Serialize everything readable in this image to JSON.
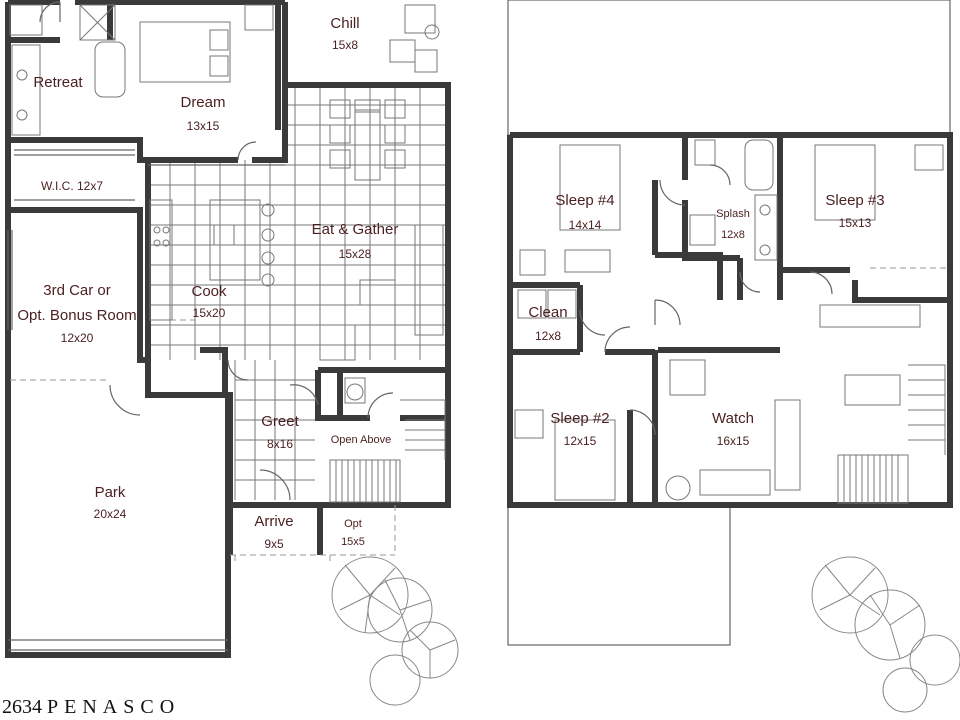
{
  "plan_title": {
    "number": "2634",
    "name": "PENASCO"
  },
  "rooms": {
    "chill": {
      "name": "Chill",
      "dims": "15x8"
    },
    "retreat": {
      "name": "Retreat",
      "dims": ""
    },
    "dream": {
      "name": "Dream",
      "dims": "13x15"
    },
    "wic": {
      "name": "W.I.C. 12x7",
      "dims": ""
    },
    "eat_gather": {
      "name": "Eat & Gather",
      "dims": "15x28"
    },
    "third_car": {
      "name_line1": "3rd Car or",
      "name_line2": "Opt. Bonus Room",
      "dims": "12x20"
    },
    "cook": {
      "name": "Cook",
      "dims": "15x20"
    },
    "greet": {
      "name": "Greet",
      "dims": "8x16"
    },
    "open_above": {
      "name": "Open Above"
    },
    "park": {
      "name": "Park",
      "dims": "20x24"
    },
    "arrive": {
      "name": "Arrive",
      "dims": "9x5"
    },
    "opt": {
      "name": "Opt",
      "dims": "15x5"
    },
    "sleep4": {
      "name": "Sleep #4",
      "dims": "14x14"
    },
    "splash": {
      "name": "Splash",
      "dims": "12x8"
    },
    "sleep3": {
      "name": "Sleep #3",
      "dims": "15x13"
    },
    "clean": {
      "name": "Clean",
      "dims": "12x8"
    },
    "sleep2": {
      "name": "Sleep #2",
      "dims": "12x15"
    },
    "watch": {
      "name": "Watch",
      "dims": "16x15"
    }
  }
}
